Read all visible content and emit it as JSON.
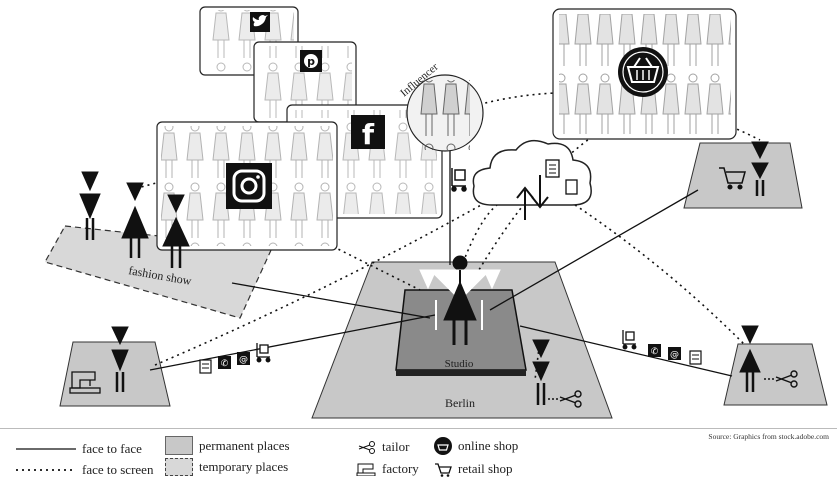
{
  "labels": {
    "influencer": "Influencer",
    "fashion_show": "fashion show",
    "studio": "Studio",
    "city": "Berlin"
  },
  "source": "Source: Graphics from stock.adobe.com",
  "legend": {
    "face_to_face": "face to face",
    "face_to_screen": "face to screen",
    "permanent_places": "permanent places",
    "temporary_places": "temporary places",
    "tailor": "tailor",
    "factory": "factory",
    "online_shop": "online shop",
    "retail_shop": "retail shop"
  },
  "icons": {
    "twitter": "twitter-icon",
    "pinterest": "pinterest-icon",
    "facebook": "facebook-icon",
    "instagram": "instagram-icon",
    "shopping_basket": "shopping-basket-icon",
    "cart": "cart-icon",
    "scissors": "scissors-icon",
    "sewing_machine": "sewing-machine-icon",
    "document": "document-icon",
    "phone": "phone-icon",
    "at": "at-sign-icon",
    "handcart": "hand-truck-icon",
    "cloud": "cloud-icon"
  },
  "colors": {
    "permanent_fill": "#c8c8c8",
    "studio_fill": "#8a8a8a",
    "ink": "#111111"
  }
}
